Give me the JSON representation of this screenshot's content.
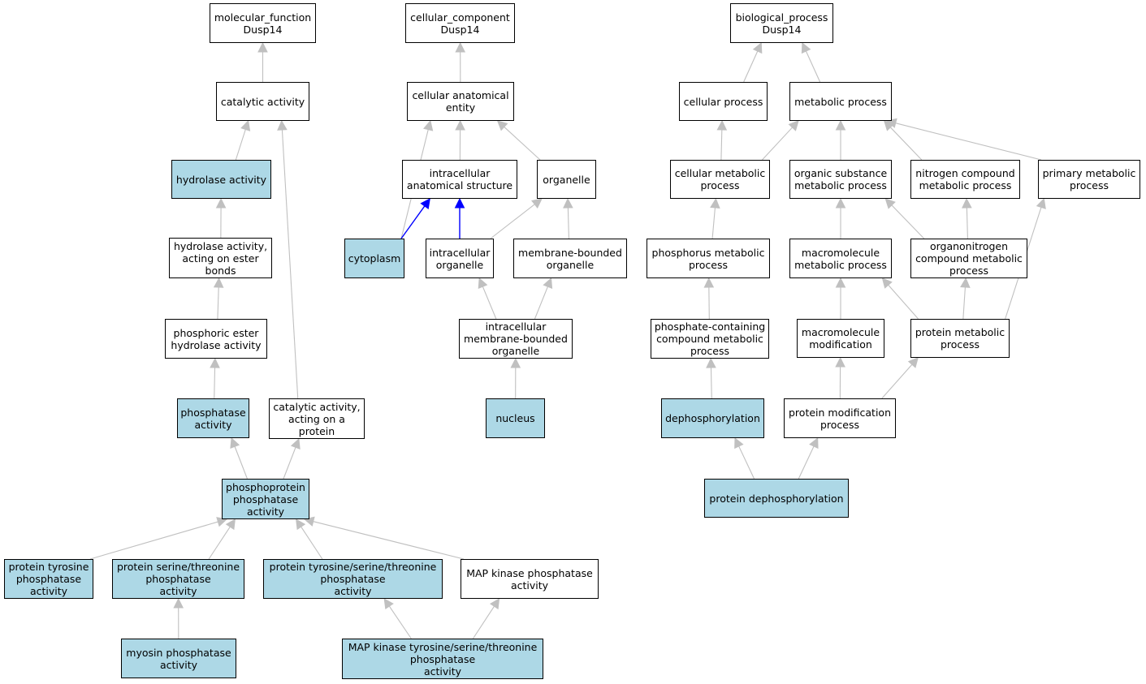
{
  "colors": {
    "highlight": "#add8e6",
    "plain": "#ffffff",
    "edge_gray": "#c0c0c0",
    "edge_blue": "#0000ff",
    "border": "#000000"
  },
  "nodes": {
    "mf_root": {
      "label": "molecular_function\nDusp14",
      "highlighted": false
    },
    "catalytic": {
      "label": "catalytic activity",
      "highlighted": false
    },
    "hydrolase": {
      "label": "hydrolase activity",
      "highlighted": true
    },
    "hydrolase_ester": {
      "label": "hydrolase activity,\nacting on ester\nbonds",
      "highlighted": false
    },
    "phosphoric_ester": {
      "label": "phosphoric ester\nhydrolase activity",
      "highlighted": false
    },
    "phosphatase": {
      "label": "phosphatase\nactivity",
      "highlighted": true
    },
    "catalytic_protein": {
      "label": "catalytic activity,\nacting on a\nprotein",
      "highlighted": false
    },
    "phosphoprotein_phosphatase": {
      "label": "phosphoprotein\nphosphatase\nactivity",
      "highlighted": true
    },
    "protein_tyrosine_phosphatase": {
      "label": "protein tyrosine\nphosphatase\nactivity",
      "highlighted": true
    },
    "protein_ser_thr_phosphatase": {
      "label": "protein serine/threonine\nphosphatase\nactivity",
      "highlighted": true
    },
    "protein_tyr_ser_thr_phosphatase": {
      "label": "protein tyrosine/serine/threonine\nphosphatase\nactivity",
      "highlighted": true
    },
    "map_kinase_phosphatase": {
      "label": "MAP kinase phosphatase\nactivity",
      "highlighted": false
    },
    "myosin_phosphatase": {
      "label": "myosin phosphatase\nactivity",
      "highlighted": true
    },
    "map_kinase_tyr_ser_thr": {
      "label": "MAP kinase tyrosine/serine/threonine\nphosphatase\nactivity",
      "highlighted": true
    },
    "cc_root": {
      "label": "cellular_component\nDusp14",
      "highlighted": false
    },
    "cellular_anatomical_entity": {
      "label": "cellular anatomical\nentity",
      "highlighted": false
    },
    "intracellular_anatomical": {
      "label": "intracellular\nanatomical structure",
      "highlighted": false
    },
    "organelle": {
      "label": "organelle",
      "highlighted": false
    },
    "cytoplasm": {
      "label": "cytoplasm",
      "highlighted": true
    },
    "intracellular_organelle": {
      "label": "intracellular\norganelle",
      "highlighted": false
    },
    "membrane_bounded_organelle": {
      "label": "membrane-bounded\norganelle",
      "highlighted": false
    },
    "intracellular_membrane_bounded": {
      "label": "intracellular\nmembrane-bounded\norganelle",
      "highlighted": false
    },
    "nucleus": {
      "label": "nucleus",
      "highlighted": true
    },
    "bp_root": {
      "label": "biological_process\nDusp14",
      "highlighted": false
    },
    "cellular_process": {
      "label": "cellular process",
      "highlighted": false
    },
    "metabolic_process": {
      "label": "metabolic process",
      "highlighted": false
    },
    "cellular_metabolic": {
      "label": "cellular metabolic\nprocess",
      "highlighted": false
    },
    "organic_substance_metabolic": {
      "label": "organic substance\nmetabolic process",
      "highlighted": false
    },
    "nitrogen_compound_metabolic": {
      "label": "nitrogen compound\nmetabolic process",
      "highlighted": false
    },
    "primary_metabolic": {
      "label": "primary metabolic\nprocess",
      "highlighted": false
    },
    "phosphorus_metabolic": {
      "label": "phosphorus metabolic\nprocess",
      "highlighted": false
    },
    "macromolecule_metabolic": {
      "label": "macromolecule\nmetabolic process",
      "highlighted": false
    },
    "organonitrogen_metabolic": {
      "label": "organonitrogen\ncompound metabolic\nprocess",
      "highlighted": false
    },
    "phosphate_containing": {
      "label": "phosphate-containing\ncompound metabolic\nprocess",
      "highlighted": false
    },
    "macromolecule_modification": {
      "label": "macromolecule\nmodification",
      "highlighted": false
    },
    "protein_metabolic": {
      "label": "protein metabolic\nprocess",
      "highlighted": false
    },
    "dephosphorylation": {
      "label": "dephosphorylation",
      "highlighted": true
    },
    "protein_modification": {
      "label": "protein modification\nprocess",
      "highlighted": false
    },
    "protein_dephosphorylation": {
      "label": "protein dephosphorylation",
      "highlighted": true
    }
  },
  "edges": [
    {
      "from": "catalytic",
      "to": "mf_root",
      "color": "gray"
    },
    {
      "from": "hydrolase",
      "to": "catalytic",
      "color": "gray"
    },
    {
      "from": "hydrolase_ester",
      "to": "hydrolase",
      "color": "gray"
    },
    {
      "from": "phosphoric_ester",
      "to": "hydrolase_ester",
      "color": "gray"
    },
    {
      "from": "phosphatase",
      "to": "phosphoric_ester",
      "color": "gray"
    },
    {
      "from": "catalytic_protein",
      "to": "catalytic",
      "color": "gray"
    },
    {
      "from": "phosphoprotein_phosphatase",
      "to": "phosphatase",
      "color": "gray"
    },
    {
      "from": "phosphoprotein_phosphatase",
      "to": "catalytic_protein",
      "color": "gray"
    },
    {
      "from": "protein_tyrosine_phosphatase",
      "to": "phosphoprotein_phosphatase",
      "color": "gray"
    },
    {
      "from": "protein_ser_thr_phosphatase",
      "to": "phosphoprotein_phosphatase",
      "color": "gray"
    },
    {
      "from": "protein_tyr_ser_thr_phosphatase",
      "to": "phosphoprotein_phosphatase",
      "color": "gray"
    },
    {
      "from": "map_kinase_phosphatase",
      "to": "phosphoprotein_phosphatase",
      "color": "gray"
    },
    {
      "from": "myosin_phosphatase",
      "to": "protein_ser_thr_phosphatase",
      "color": "gray"
    },
    {
      "from": "map_kinase_tyr_ser_thr",
      "to": "protein_tyr_ser_thr_phosphatase",
      "color": "gray"
    },
    {
      "from": "map_kinase_tyr_ser_thr",
      "to": "map_kinase_phosphatase",
      "color": "gray"
    },
    {
      "from": "cellular_anatomical_entity",
      "to": "cc_root",
      "color": "gray"
    },
    {
      "from": "intracellular_anatomical",
      "to": "cellular_anatomical_entity",
      "color": "gray"
    },
    {
      "from": "organelle",
      "to": "cellular_anatomical_entity",
      "color": "gray"
    },
    {
      "from": "cytoplasm",
      "to": "cellular_anatomical_entity",
      "color": "gray"
    },
    {
      "from": "cytoplasm",
      "to": "intracellular_anatomical",
      "color": "blue"
    },
    {
      "from": "intracellular_organelle",
      "to": "intracellular_anatomical",
      "color": "blue"
    },
    {
      "from": "intracellular_organelle",
      "to": "organelle",
      "color": "gray"
    },
    {
      "from": "membrane_bounded_organelle",
      "to": "organelle",
      "color": "gray"
    },
    {
      "from": "intracellular_membrane_bounded",
      "to": "intracellular_organelle",
      "color": "gray"
    },
    {
      "from": "intracellular_membrane_bounded",
      "to": "membrane_bounded_organelle",
      "color": "gray"
    },
    {
      "from": "nucleus",
      "to": "intracellular_membrane_bounded",
      "color": "gray"
    },
    {
      "from": "cellular_process",
      "to": "bp_root",
      "color": "gray"
    },
    {
      "from": "metabolic_process",
      "to": "bp_root",
      "color": "gray"
    },
    {
      "from": "cellular_metabolic",
      "to": "cellular_process",
      "color": "gray"
    },
    {
      "from": "cellular_metabolic",
      "to": "metabolic_process",
      "color": "gray"
    },
    {
      "from": "organic_substance_metabolic",
      "to": "metabolic_process",
      "color": "gray"
    },
    {
      "from": "nitrogen_compound_metabolic",
      "to": "metabolic_process",
      "color": "gray"
    },
    {
      "from": "primary_metabolic",
      "to": "metabolic_process",
      "color": "gray"
    },
    {
      "from": "phosphorus_metabolic",
      "to": "cellular_metabolic",
      "color": "gray"
    },
    {
      "from": "macromolecule_metabolic",
      "to": "organic_substance_metabolic",
      "color": "gray"
    },
    {
      "from": "organonitrogen_metabolic",
      "to": "organic_substance_metabolic",
      "color": "gray"
    },
    {
      "from": "organonitrogen_metabolic",
      "to": "nitrogen_compound_metabolic",
      "color": "gray"
    },
    {
      "from": "phosphate_containing",
      "to": "phosphorus_metabolic",
      "color": "gray"
    },
    {
      "from": "macromolecule_modification",
      "to": "macromolecule_metabolic",
      "color": "gray"
    },
    {
      "from": "protein_metabolic",
      "to": "macromolecule_metabolic",
      "color": "gray"
    },
    {
      "from": "protein_metabolic",
      "to": "organonitrogen_metabolic",
      "color": "gray"
    },
    {
      "from": "protein_metabolic",
      "to": "primary_metabolic",
      "color": "gray"
    },
    {
      "from": "dephosphorylation",
      "to": "phosphate_containing",
      "color": "gray"
    },
    {
      "from": "protein_modification",
      "to": "macromolecule_modification",
      "color": "gray"
    },
    {
      "from": "protein_modification",
      "to": "protein_metabolic",
      "color": "gray"
    },
    {
      "from": "protein_dephosphorylation",
      "to": "dephosphorylation",
      "color": "gray"
    },
    {
      "from": "protein_dephosphorylation",
      "to": "protein_modification",
      "color": "gray"
    }
  ]
}
